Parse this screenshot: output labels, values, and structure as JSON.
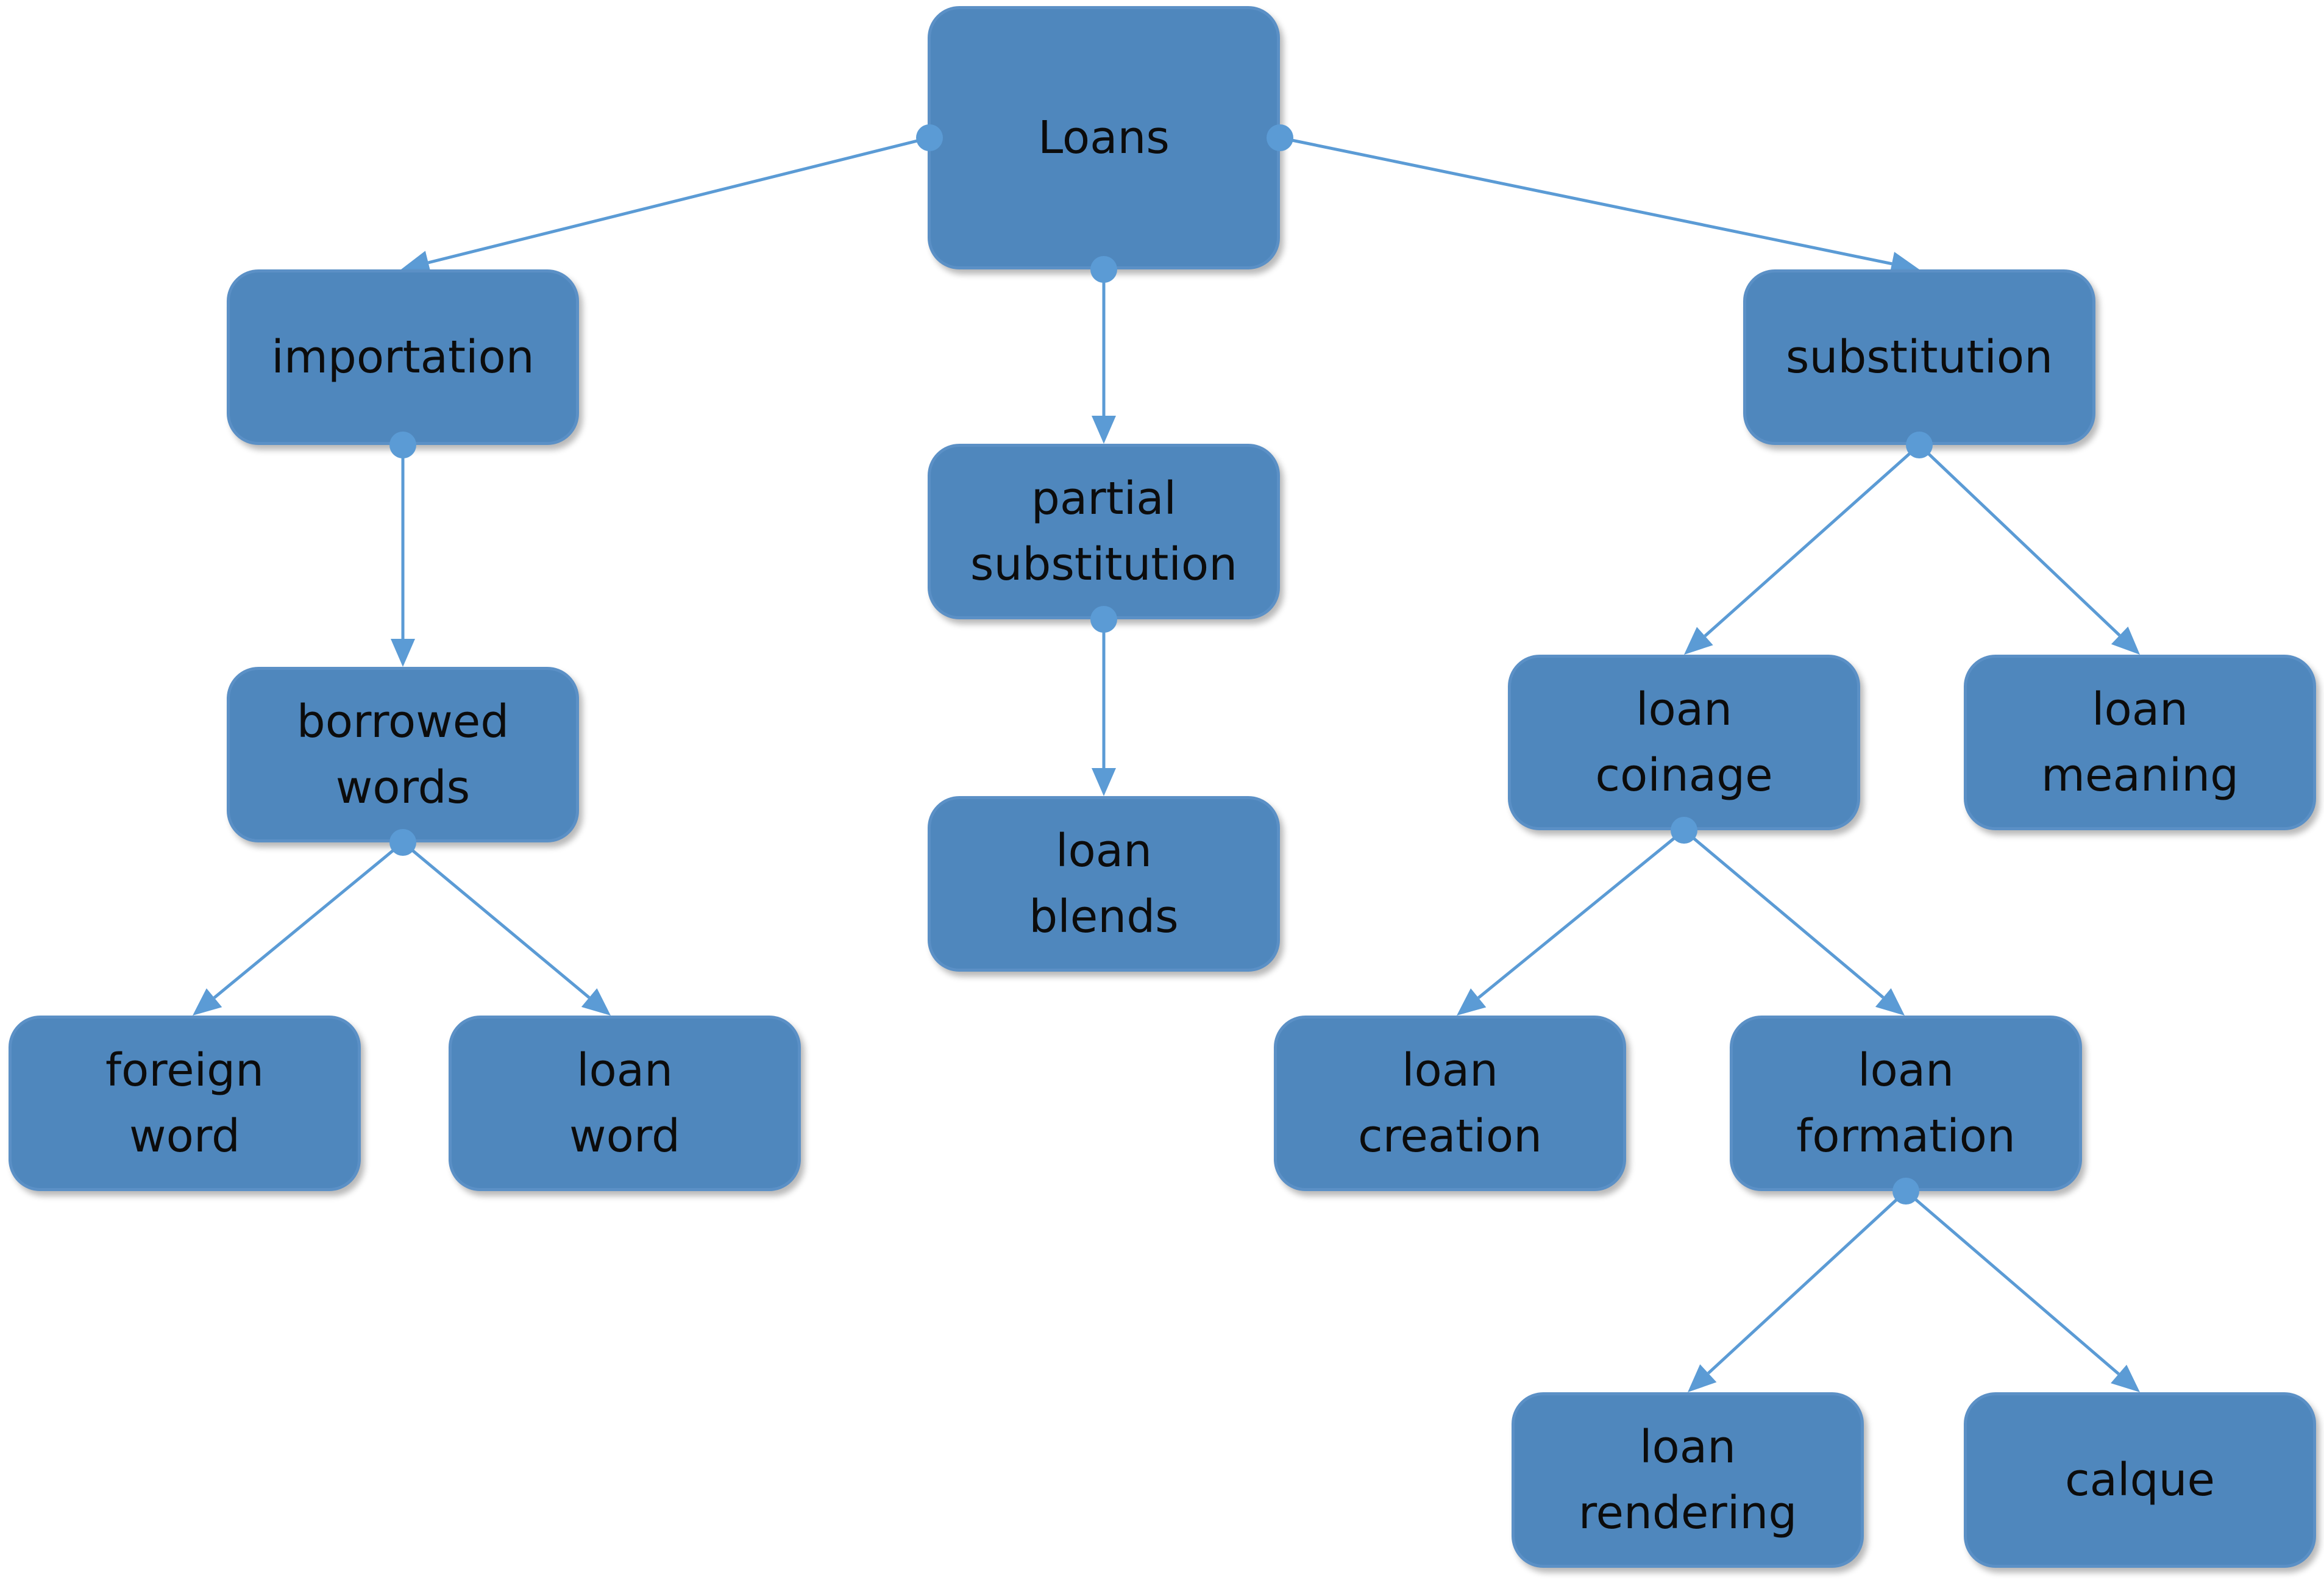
{
  "colors": {
    "node_fill": "#4f87bd",
    "connector": "#5b9bd5",
    "text": "#0c0c0c"
  },
  "nodes": {
    "loans": "Loans",
    "importation": "importation",
    "partial_substitution": "partial\nsubstitution",
    "substitution": "substitution",
    "borrowed_words": "borrowed\nwords",
    "loan_blends": "loan\nblends",
    "loan_coinage": "loan\ncoinage",
    "loan_meaning": "loan\nmeaning",
    "foreign_word": "foreign\nword",
    "loan_word": "loan\nword",
    "loan_creation": "loan\ncreation",
    "loan_formation": "loan\nformation",
    "loan_rendering": "loan\nrendering",
    "calque": "calque"
  },
  "edges": [
    [
      "loans",
      "importation"
    ],
    [
      "loans",
      "partial_substitution"
    ],
    [
      "loans",
      "substitution"
    ],
    [
      "importation",
      "borrowed_words"
    ],
    [
      "partial_substitution",
      "loan_blends"
    ],
    [
      "substitution",
      "loan_coinage"
    ],
    [
      "substitution",
      "loan_meaning"
    ],
    [
      "borrowed_words",
      "foreign_word"
    ],
    [
      "borrowed_words",
      "loan_word"
    ],
    [
      "loan_coinage",
      "loan_creation"
    ],
    [
      "loan_coinage",
      "loan_formation"
    ],
    [
      "loan_formation",
      "loan_rendering"
    ],
    [
      "loan_formation",
      "calque"
    ]
  ]
}
